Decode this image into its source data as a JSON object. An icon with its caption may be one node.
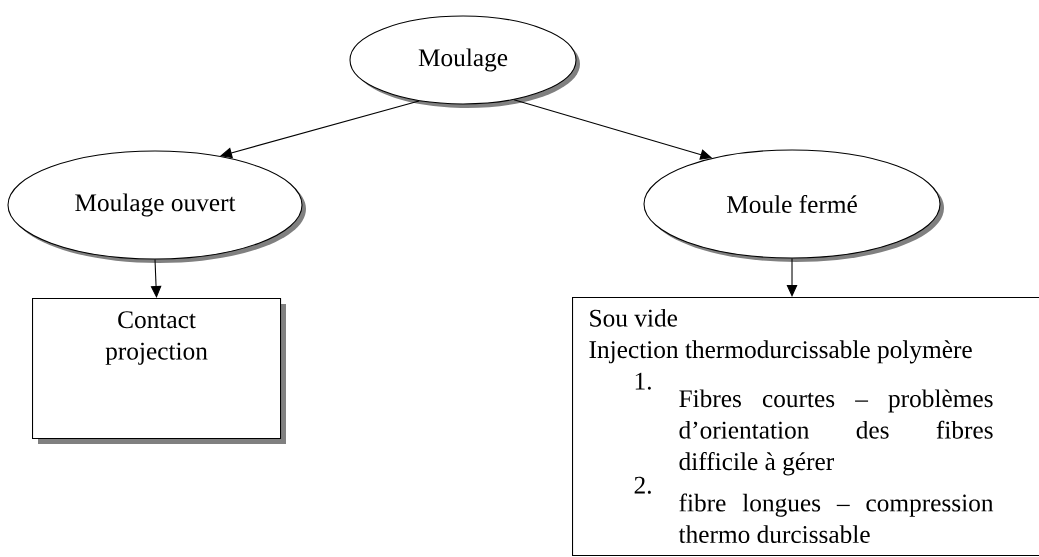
{
  "diagram": {
    "nodes": [
      {
        "text": [
          "Moulage"
        ]
      },
      {
        "text": [
          "Moulage ouvert"
        ]
      },
      {
        "text": [
          "Moule fermé"
        ]
      },
      {
        "text": [
          "Contact projection"
        ]
      },
      {
        "text": [
          "Sou vide",
          "Injection thermodurcissable polymère",
          "1.",
          "Fibres courtes – problèmes d’orientation des fibres difficile à gérer",
          "2.",
          "fibre longues – compression thermo durcissable"
        ]
      }
    ],
    "edges": [
      {
        "from": 0,
        "to": 1,
        "arrow": "to"
      },
      {
        "from": 0,
        "to": 2,
        "arrow": "to"
      },
      {
        "from": 1,
        "to": 3,
        "arrow": "to"
      },
      {
        "from": 2,
        "to": 4,
        "arrow": "to"
      }
    ]
  }
}
